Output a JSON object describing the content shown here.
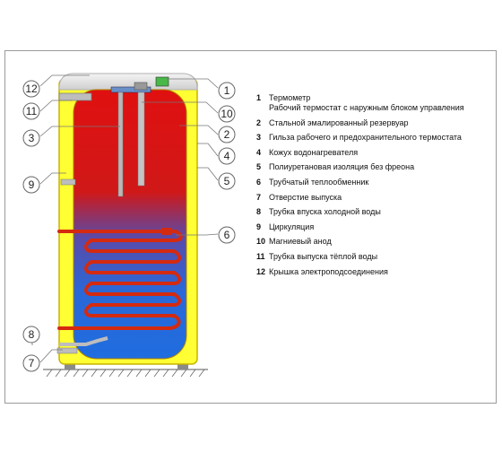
{
  "callouts": [
    {
      "n": "12"
    },
    {
      "n": "11"
    },
    {
      "n": "3"
    },
    {
      "n": "9"
    },
    {
      "n": "8"
    },
    {
      "n": "7"
    },
    {
      "n": "1"
    },
    {
      "n": "10"
    },
    {
      "n": "2"
    },
    {
      "n": "4"
    },
    {
      "n": "5"
    },
    {
      "n": "6"
    }
  ],
  "legend": [
    {
      "n": "1",
      "text": "Термометр",
      "sub": "Рабочий термостат с наружным блоком управления"
    },
    {
      "n": "2",
      "text": "Стальной эмалированный резервуар"
    },
    {
      "n": "3",
      "text": "Гильза рабочего и предохранительного термостата"
    },
    {
      "n": "4",
      "text": "Кожух водонагревателя"
    },
    {
      "n": "5",
      "text": "Полиуретановая изоляция без фреона"
    },
    {
      "n": "6",
      "text": "Трубчатый теплообменник"
    },
    {
      "n": "7",
      "text": "Отверстие выпуска"
    },
    {
      "n": "8",
      "text": "Трубка впуска холодной воды"
    },
    {
      "n": "9",
      "text": "Циркуляция"
    },
    {
      "n": "10",
      "text": "Магниевый анод"
    },
    {
      "n": "11",
      "text": "Трубка выпуска тёплой воды"
    },
    {
      "n": "12",
      "text": "Крышка электроподсоединения"
    }
  ],
  "colors": {
    "insulation": "#ffff33",
    "casing_outline": "#c8b400",
    "tank_hot": "#e01010",
    "tank_mid": "#5a4aa8",
    "tank_cold": "#1f6de0",
    "coil": "#d42a10",
    "cover": "#e6e6e6",
    "leader": "#777777"
  }
}
